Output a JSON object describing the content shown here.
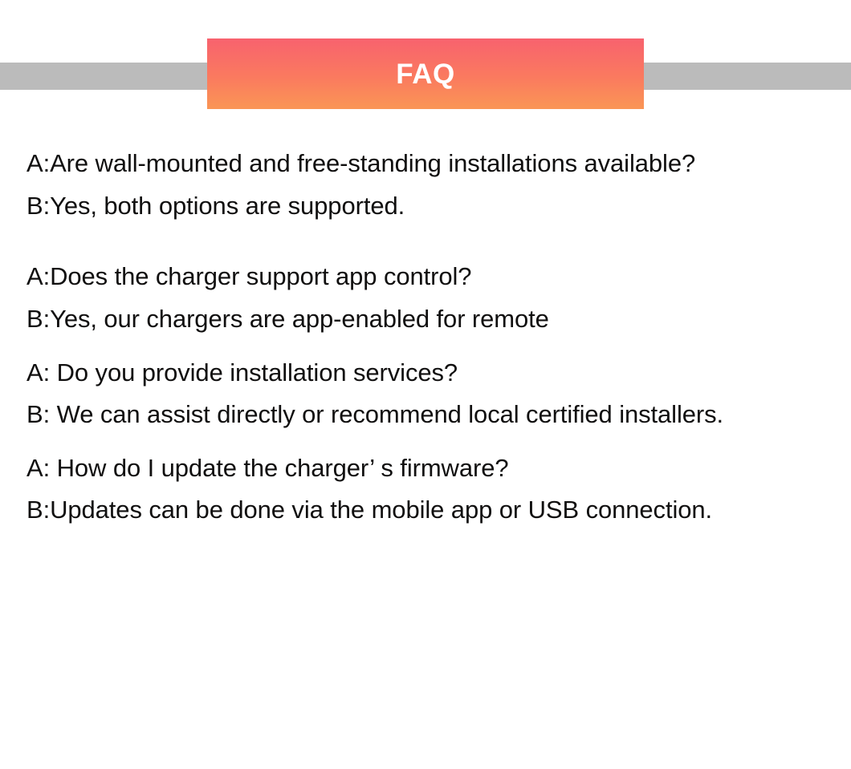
{
  "header": {
    "title": "FAQ",
    "banner_gradient_from": "#f8626e",
    "banner_gradient_to": "#fa9655",
    "bar_color": "#bbbbbb",
    "title_color": "#ffffff"
  },
  "faq": {
    "items": [
      {
        "question": "A:Are wall-mounted and free-standing installations available?",
        "answer": "B:Yes, both options are supported."
      },
      {
        "question": "A:Does the charger support app control?",
        "answer": "B:Yes, our chargers are app-enabled for remote"
      },
      {
        "question": "A: Do you provide installation services?",
        "answer": "B: We can assist directly or recommend local certified installers."
      },
      {
        "question": "A: How do I update the charger’ s firmware?",
        "answer": "B:Updates can be done via the mobile app or USB connection."
      }
    ]
  },
  "text_color": "#100f0f",
  "background_color": "#ffffff"
}
